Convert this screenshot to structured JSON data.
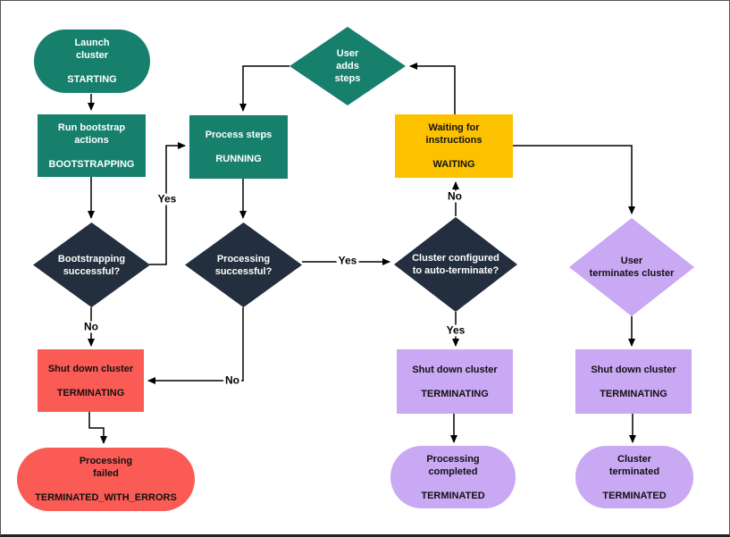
{
  "colors": {
    "teal": "#16806D",
    "navy": "#232F3E",
    "yellow": "#FCC200",
    "red": "#FA5C55",
    "purple": "#C9A8F4",
    "line": "#000000"
  },
  "nodes": {
    "launch": {
      "lines": [
        "Launch",
        "cluster"
      ],
      "state": "STARTING"
    },
    "run_bootstrap": {
      "lines": [
        "Run bootstrap",
        "actions"
      ],
      "state": "BOOTSTRAPPING"
    },
    "process_steps": {
      "lines": [
        "Process steps"
      ],
      "state": "RUNNING"
    },
    "user_adds_steps": {
      "lines": [
        "User",
        "adds",
        "steps"
      ]
    },
    "bootstrap_ok": {
      "lines": [
        "Bootstrapping",
        "successful?"
      ]
    },
    "processing_ok": {
      "lines": [
        "Processing",
        "successful?"
      ]
    },
    "waiting": {
      "lines": [
        "Waiting for",
        "instructions"
      ],
      "state": "WAITING"
    },
    "auto_terminate": {
      "lines": [
        "Cluster configured",
        "to auto-terminate?"
      ]
    },
    "user_terminates": {
      "lines": [
        "User",
        "terminates cluster"
      ]
    },
    "shutdown_errors": {
      "lines": [
        "Shut down cluster"
      ],
      "state": "TERMINATING"
    },
    "terminated_errors": {
      "lines": [
        "Processing",
        "failed"
      ],
      "state": "TERMINATED_WITH_ERRORS"
    },
    "shutdown_auto": {
      "lines": [
        "Shut down cluster"
      ],
      "state": "TERMINATING"
    },
    "shutdown_user": {
      "lines": [
        "Shut down cluster"
      ],
      "state": "TERMINATING"
    },
    "terminated_ok": {
      "lines": [
        "Processing",
        "completed"
      ],
      "state": "TERMINATED"
    },
    "terminated_user": {
      "lines": [
        "Cluster",
        "terminated"
      ],
      "state": "TERMINATED"
    }
  },
  "labels": {
    "bootstrap_yes": "Yes",
    "bootstrap_no": "No",
    "processing_yes": "Yes",
    "processing_no": "No",
    "auto_terminate_no": "No",
    "auto_terminate_yes": "Yes"
  }
}
